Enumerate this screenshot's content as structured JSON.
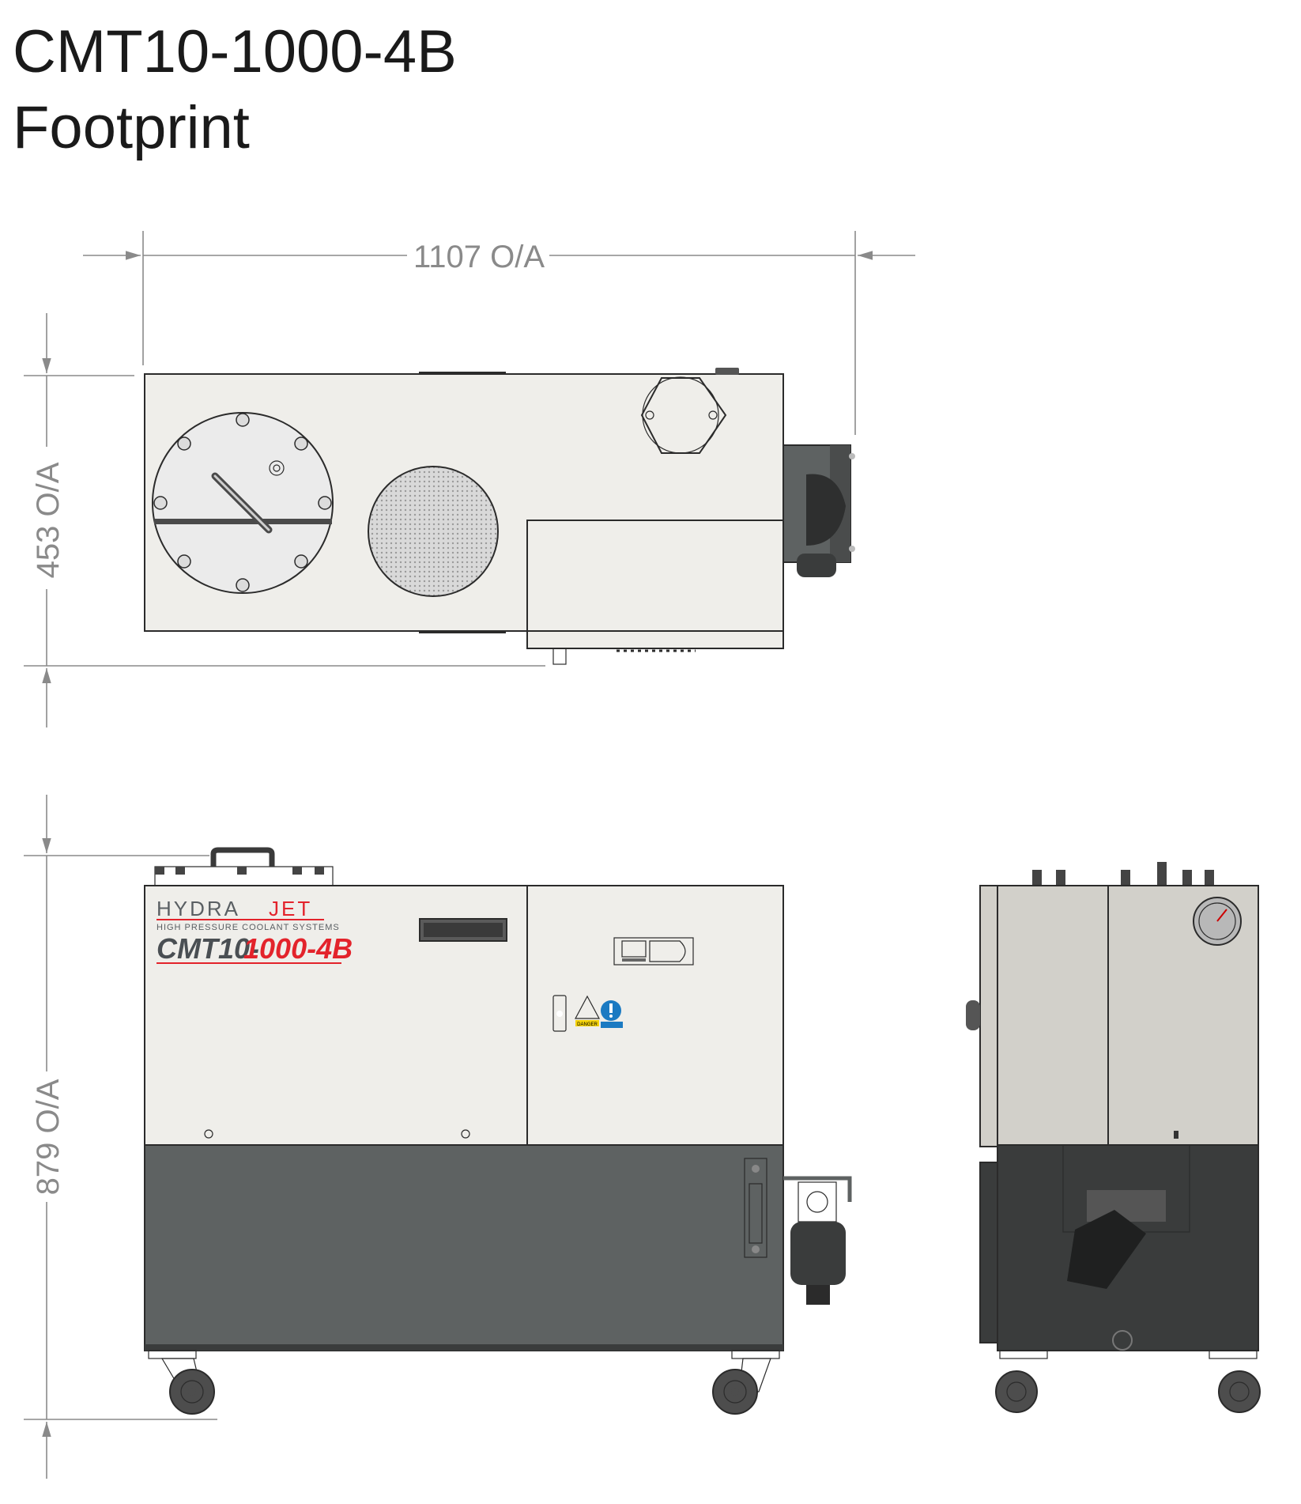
{
  "title": {
    "line1": "CMT10-1000-4B",
    "line2": "Footprint"
  },
  "dimensions": {
    "width": "1107 O/A",
    "depth": "453 O/A",
    "height": "879 O/A"
  },
  "unit_label": {
    "brand_hydra": "HYDRA",
    "brand_jet": "JET",
    "tagline": "HIGH PRESSURE COOLANT SYSTEMS",
    "model_prefix": "CMT10-",
    "model_suffix": "1000-4B",
    "danger_label": "DANGER"
  },
  "colors": {
    "panel": "#efeeea",
    "side_panel": "#d2d0ca",
    "base": "#5e6262",
    "base_dark": "#3a3c3c",
    "brand_gray": "#5a5f63",
    "brand_red": "#e3232b",
    "dimension": "#8a8a8a"
  }
}
